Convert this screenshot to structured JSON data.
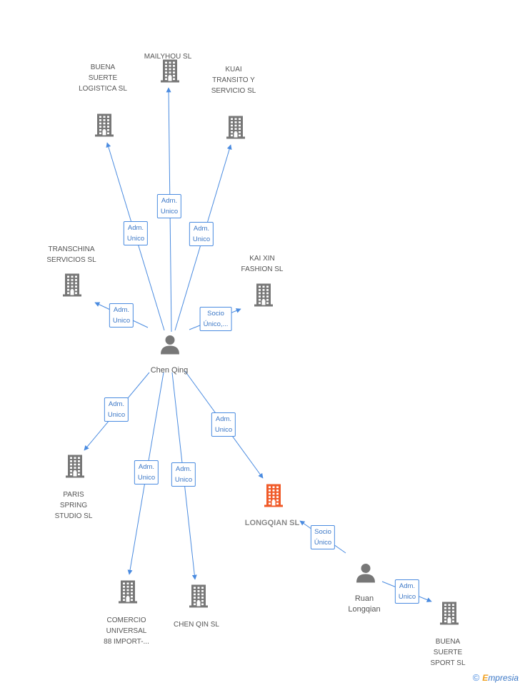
{
  "nodes": [
    {
      "id": "mailyhou",
      "label": "MAILYHOU SL",
      "type": "company"
    },
    {
      "id": "buena_logistica",
      "label": "BUENA\nSUERTE\nLOGISTICA SL",
      "type": "company"
    },
    {
      "id": "kuai",
      "label": "KUAI\nTRANSITO Y\nSERVICIO SL",
      "type": "company"
    },
    {
      "id": "transchina",
      "label": "TRANSCHINA\nSERVICIOS SL",
      "type": "company"
    },
    {
      "id": "kaixin",
      "label": "KAI XIN\nFASHION SL",
      "type": "company"
    },
    {
      "id": "chen_qing",
      "label": "Chen Qing",
      "type": "person"
    },
    {
      "id": "paris",
      "label": "PARIS\nSPRING\nSTUDIO SL",
      "type": "company"
    },
    {
      "id": "longqian",
      "label": "LONGQIAN SL",
      "type": "focus"
    },
    {
      "id": "comercio",
      "label": "COMERCIO\nUNIVERSAL\n88 IMPORT-...",
      "type": "company"
    },
    {
      "id": "chenqin",
      "label": "CHEN QIN SL",
      "type": "company"
    },
    {
      "id": "ruan",
      "label": "Ruan\nLongqian",
      "type": "person"
    },
    {
      "id": "buena_sport",
      "label": "BUENA\nSUERTE\nSPORT SL",
      "type": "company"
    }
  ],
  "edges": [
    {
      "from": "chen_qing",
      "to": "mailyhou",
      "label": "Adm.\nUnico"
    },
    {
      "from": "chen_qing",
      "to": "buena_logistica",
      "label": "Adm.\nUnico"
    },
    {
      "from": "chen_qing",
      "to": "kuai",
      "label": "Adm.\nUnico"
    },
    {
      "from": "chen_qing",
      "to": "transchina",
      "label": "Adm.\nUnico"
    },
    {
      "from": "chen_qing",
      "to": "kaixin",
      "label": "Socio\nÚnico,..."
    },
    {
      "from": "chen_qing",
      "to": "paris",
      "label": "Adm.\nUnico"
    },
    {
      "from": "chen_qing",
      "to": "longqian",
      "label": "Adm.\nUnico"
    },
    {
      "from": "chen_qing",
      "to": "comercio",
      "label": "Adm.\nUnico"
    },
    {
      "from": "chen_qing",
      "to": "chenqin",
      "label": "Adm.\nUnico"
    },
    {
      "from": "ruan",
      "to": "longqian",
      "label": "Socio\nÚnico"
    },
    {
      "from": "ruan",
      "to": "buena_sport",
      "label": "Adm.\nUnico"
    }
  ],
  "colors": {
    "edge": "#4a8be0",
    "company_icon": "#777777",
    "focus_icon": "#f05a28",
    "person_icon": "#777777"
  },
  "footer": {
    "copyright": "©",
    "brand_initial": "E",
    "brand_rest": "mpresia"
  }
}
